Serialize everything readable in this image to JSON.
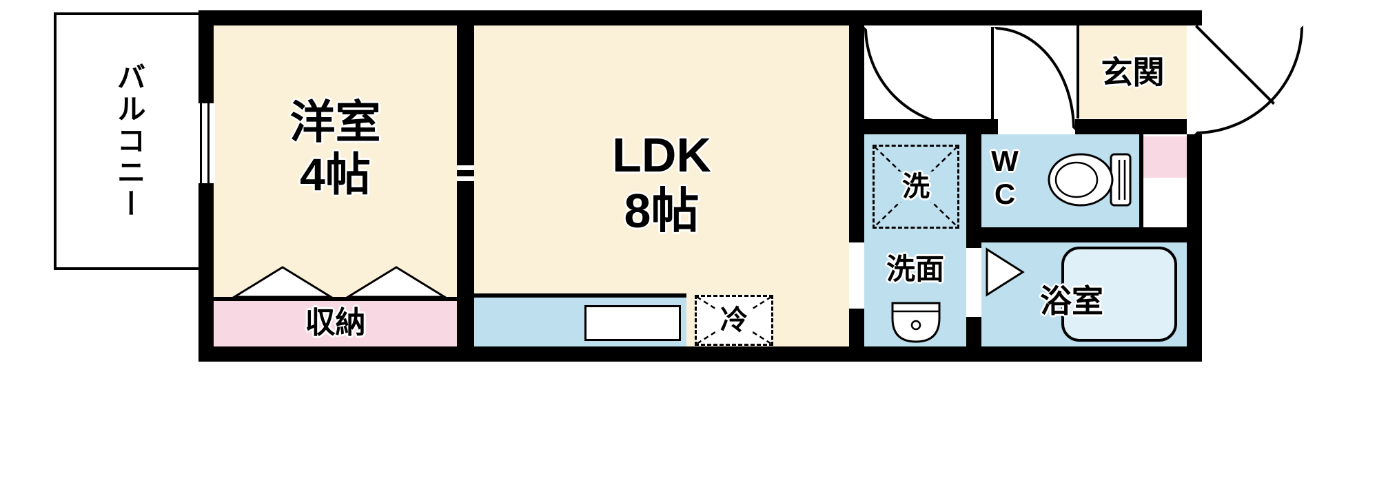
{
  "colors": {
    "room": "#FBF1D8",
    "wet": "#BEDFEE",
    "storage": "#F8D8E3",
    "wall": "#000000",
    "tub": "#DFF0F8",
    "bg": "#FFFFFF"
  },
  "rooms": {
    "balcony": "バルコニー",
    "western": "洋室",
    "western_size": "4帖",
    "ldk": "LDK",
    "ldk_size": "8帖",
    "entrance": "玄関",
    "wc_w": "W",
    "wc_c": "C",
    "washer": "洗",
    "washroom": "洗面",
    "bathroom": "浴室",
    "storage": "収納",
    "refrigerator": "冷"
  }
}
